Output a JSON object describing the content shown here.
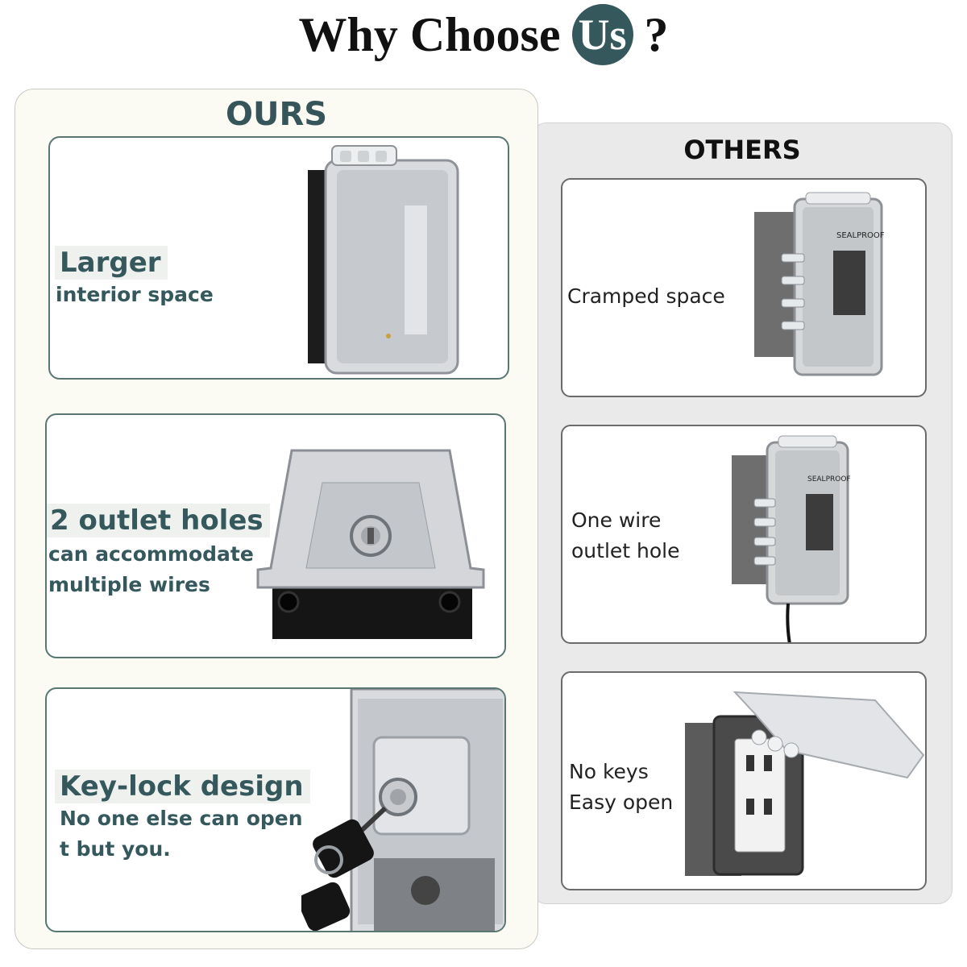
{
  "header": {
    "title_prefix": "Why Choose",
    "title_badge": "Us",
    "title_suffix": "?"
  },
  "ours": {
    "heading": "OURS",
    "features": [
      {
        "title": "Larger",
        "desc": "interior space"
      },
      {
        "title": "2 outlet holes",
        "desc": "can accommodate\nmultiple wires"
      },
      {
        "title": "Key-lock design",
        "desc": "No one else can open\nt but you."
      }
    ]
  },
  "others": {
    "heading": "OTHERS",
    "features": [
      {
        "desc": "Cramped space",
        "brand": "SEALPROOF"
      },
      {
        "desc": "One wire\noutlet hole",
        "brand": "SEALPROOF"
      },
      {
        "desc": "No keys\nEasy  open"
      }
    ]
  },
  "colors": {
    "accent": "#35585d",
    "ours_bg": "#fbfaf3",
    "others_bg": "#eaeaea"
  }
}
